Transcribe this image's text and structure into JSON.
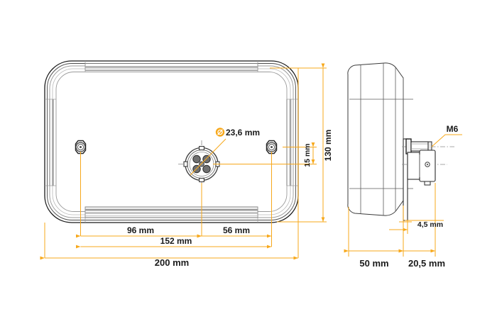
{
  "document": {
    "type": "technical-drawing",
    "title": "Rear lamp housing dimensional drawing",
    "background_color": "#ffffff",
    "accent_color": "#F7A81B",
    "line_color": "#1a1a1a"
  },
  "views": {
    "front": {
      "name": "front-view",
      "label": "",
      "features": {
        "left_mounting_hole": "mounting-hole",
        "right_mounting_hole": "mounting-hole",
        "center_connector": "connector-4pin"
      }
    },
    "side": {
      "name": "side-view",
      "label": "",
      "features": {
        "bolt": "m6-bolt",
        "bracket": "mounting-bracket"
      }
    }
  },
  "dimensions": {
    "front": {
      "overall_width": "200 mm",
      "hole_span_outer": "152 mm",
      "hole_to_connector_left": "96 mm",
      "hole_to_connector_right": "56 mm",
      "overall_height": "130 mm",
      "connector_offset_height": "15 mm",
      "connector_diameter": "23,6 mm",
      "diameter_symbol": "diameter-icon"
    },
    "side": {
      "body_depth": "50 mm",
      "bracket_depth": "20,5 mm",
      "plate_thickness": "4,5 mm",
      "thread_spec": "M6"
    }
  }
}
